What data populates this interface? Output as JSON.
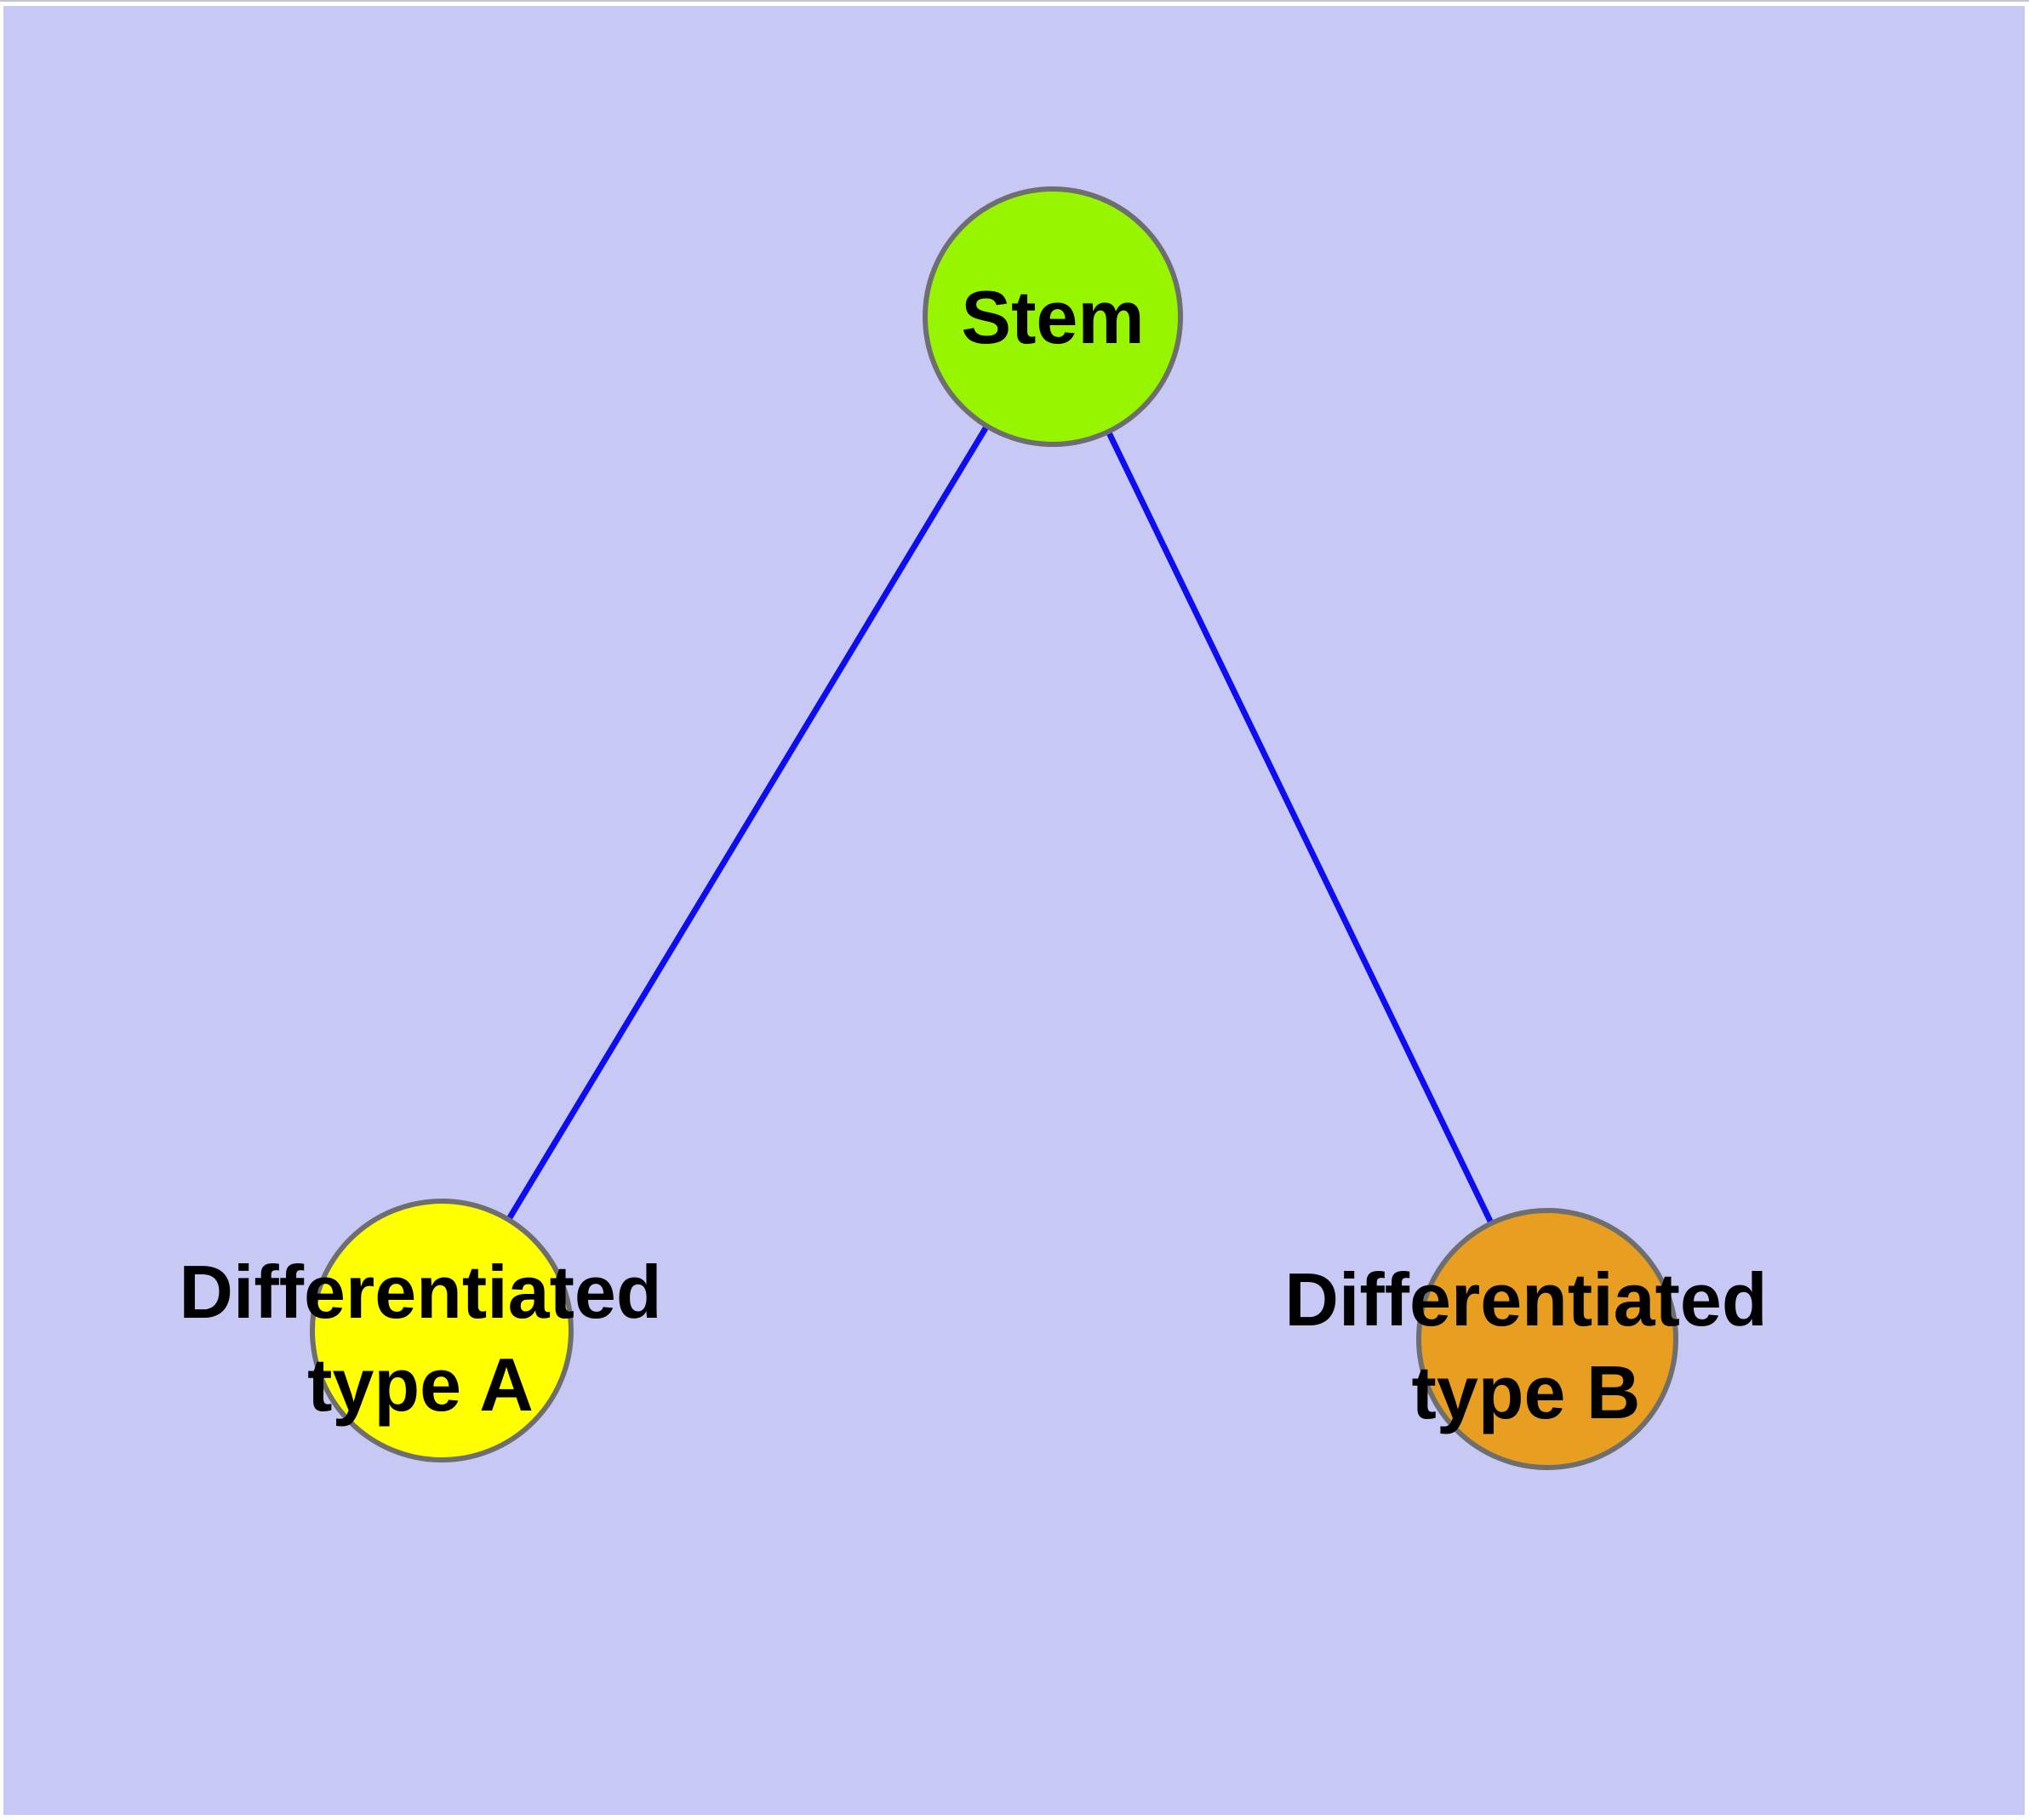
{
  "diagram": {
    "type": "node-link-graph",
    "background_color": "#C8C8F5",
    "margin_color": "#FFFFFF",
    "edge_color": "#0D0DF0",
    "node_outline_color": "#6E6E6E",
    "text_color": "#000000",
    "nodes": {
      "stem": {
        "label": "Stem",
        "fill": "#97F500"
      },
      "type_a": {
        "label_line1": "Differentiated",
        "label_line2": "type A",
        "fill": "#FFFF00"
      },
      "type_b": {
        "label_line1": "Differentiated",
        "label_line2": "type B",
        "fill": "#E89E20"
      }
    },
    "edges": [
      {
        "from": "Stem",
        "to": "Differentiated type A"
      },
      {
        "from": "Stem",
        "to": "Differentiated type B"
      }
    ]
  }
}
